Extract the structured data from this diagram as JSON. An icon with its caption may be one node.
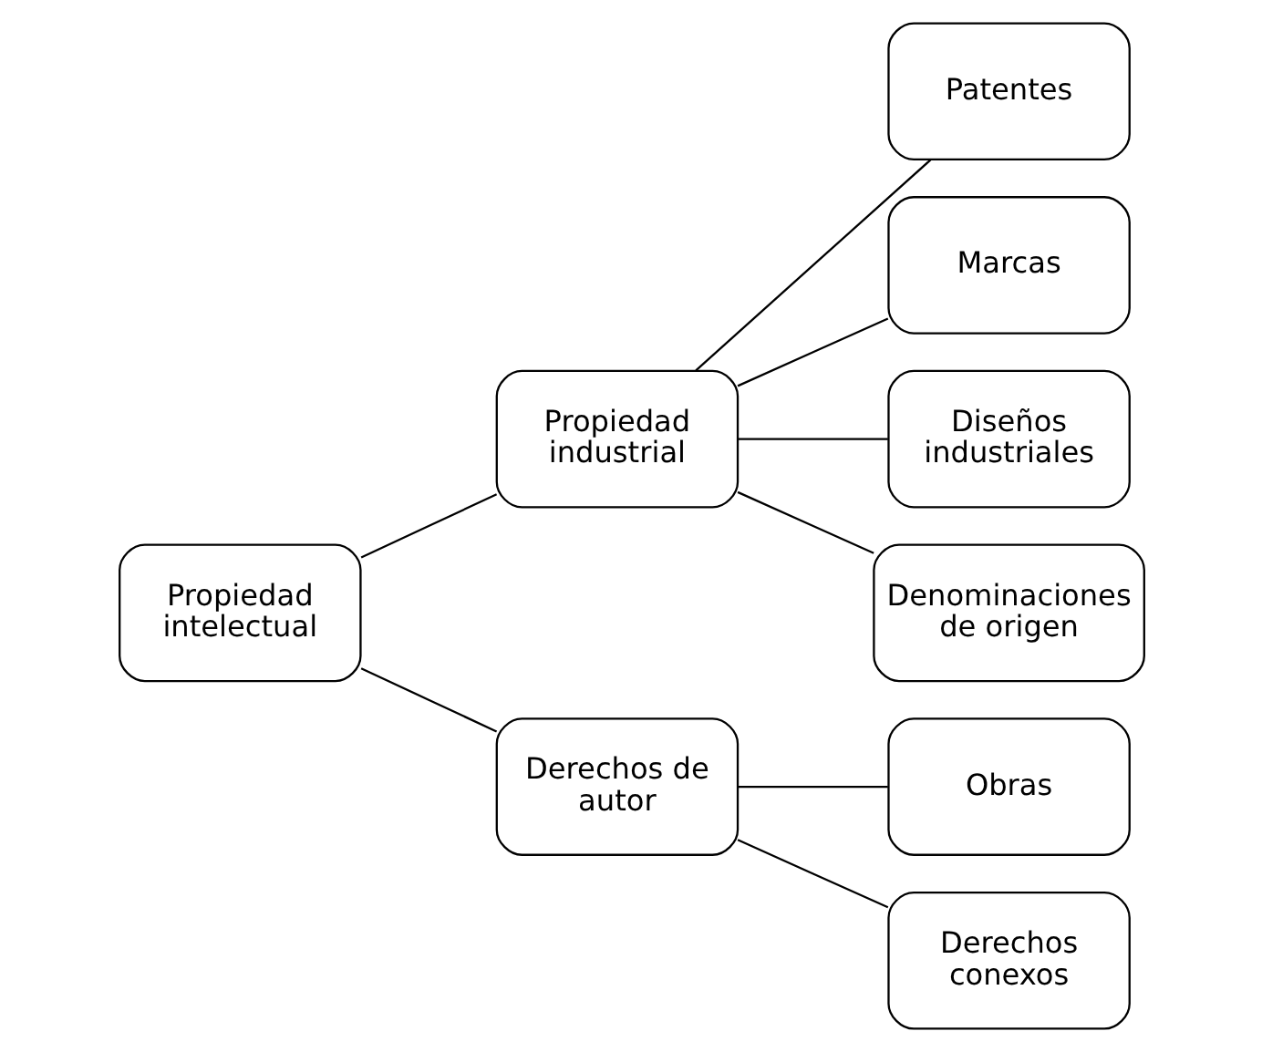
{
  "diagram": {
    "nodes": [
      {
        "text": [
          "Propiedad intelectual"
        ]
      },
      {
        "text": [
          "Propiedad industrial"
        ]
      },
      {
        "text": [
          "Derechos de autor"
        ]
      },
      {
        "text": [
          "Patentes"
        ]
      },
      {
        "text": [
          "Marcas"
        ]
      },
      {
        "text": [
          "Diseños industriales"
        ]
      },
      {
        "text": [
          "Denominaciones de origen"
        ]
      },
      {
        "text": [
          "Obras"
        ]
      },
      {
        "text": [
          "Derechos conexos"
        ]
      }
    ],
    "edges": [
      {
        "from": 0,
        "to": 1,
        "arrow": "none"
      },
      {
        "from": 0,
        "to": 2,
        "arrow": "none"
      },
      {
        "from": 1,
        "to": 3,
        "arrow": "none"
      },
      {
        "from": 1,
        "to": 4,
        "arrow": "none"
      },
      {
        "from": 1,
        "to": 5,
        "arrow": "none"
      },
      {
        "from": 1,
        "to": 6,
        "arrow": "none"
      },
      {
        "from": 2,
        "to": 7,
        "arrow": "none"
      },
      {
        "from": 2,
        "to": 8,
        "arrow": "none"
      }
    ]
  }
}
